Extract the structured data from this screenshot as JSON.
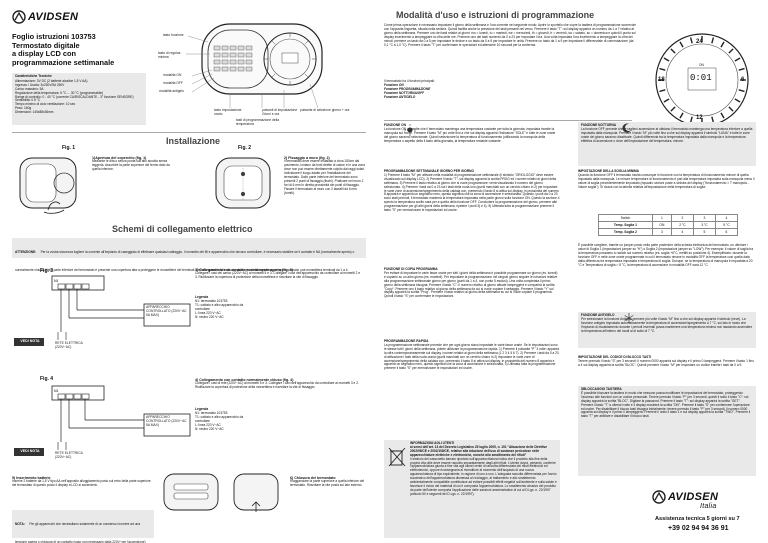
{
  "brand": {
    "name": "AVIDSEN",
    "italia": "Italia"
  },
  "product": {
    "code_line": "Foglio istruzioni 103753",
    "line2": "Termostato digitale",
    "line3": "a display LCD con",
    "line4": "programmazione settimanale"
  },
  "specs": {
    "title": "Caratteristiche Tecniche",
    "lines": [
      "Alimentazione: 3V DC (2 batterie alcaline 1,5 V AA)",
      "Ingresso / Uscita: 3x230V/5A 250V",
      "Carico massimo: 5A",
      "Regolazione della temperatura: 5 °C ... 30 °C (programmabile)",
      "Range di controllo: 0 - 40 °C (corrente CA/RISCALDANTE - 3° funzione SENSORE)",
      "Sensibilità: 0.5 °C",
      "Tempo minimo di ciclo ventilazione: 10 sec",
      "Peso: 160g",
      "Dimensioni: 145x88x36mm"
    ]
  },
  "device_labels": {
    "left": [
      "tasto funzione",
      "tasto di regolaz. minima",
      "modalità ON",
      "modalità OFF",
      "modalità antigelo"
    ],
    "bottom": [
      "tasto impostazione orario",
      "tasti di programmazione della temperatura",
      "pulsanti di impostazione Giorni e ora",
      "pulsante di selezione giorno + ora"
    ]
  },
  "clock": {
    "top_number": "24",
    "mid_time": "0:01",
    "left_number": "18",
    "right_number": "6",
    "bottom_number": "12",
    "ring_label": "ON"
  },
  "install": {
    "title": "Installazione",
    "fig1": "Fig. 1",
    "fig2": "Fig. 2",
    "step1_title": "1)Apertura del coperchio (fig. 1)",
    "step1_text": "Mediante le dita o senza punta sull'alto accolta senza leggerla. Assorbire la parte superiore del fermo dato da quella inferiore.",
    "step2_title": "2) Fissaggio a muro (fig. 2)",
    "step2_text": "Il termostato deve essere installato a circa 150cm dal pavimento, lontano da fonti dirette di calore e in una zona dove non può essere direttamente colpito dai raggi solari. Individuare il luogo adatto per l'installazione del termostato. Dallo parte inferiore del termostato sono presenti 2 punti di fissaggio (fischi). Praticare nel muro 2 fori di 6 mm in diretta prossimità dei punti di fissaggio. Fissare il termostato al muro con 2 tasselli da 6 mm (forniti)."
  },
  "wiring": {
    "title": "Schemi di collegamento elettrico",
    "warning_label": "ATTENZIONE:",
    "warning_text": "Per la vostra sicurezza togliere la corrente all'impianto di caseggiato di effettuare qualsiasi cablaggio. Il morsetto dei fili e apparecchio che devono controllare, è necessario stabilire se il contatto è NA (normalmente aperto) o normalmente chiuso. Nella parte inferiore del termostato è presente una copertura atta a proteggere le morsettiere dei terminali. Definito quindi la vite situata sul centro della copertura per aprire comodo una morsettiera terminali da 1 a 4.",
    "fig3": "Fig. 3",
    "fig4": "Fig. 4",
    "step3_title": "3) Collegamento con contatto normalmente aperto (fig. 3)",
    "step3_text": "Collegare i cavi del carico (220V~AC) ai morsetti 5 e 3. Collegare i cavi dell'apparecchio da controllare ai morsetti 2 e 3. Riutilizzare la copertura di protezione della morsettiera e riavvitare la vite di fissaggio.",
    "step4_title": "4) Collegamento con contatto normalmente chiuso (fig. 4)",
    "step4_text": "Collegare i cavi di rete (220V~AC) ai morsetti 5 e 3. Collegare i cavi dell'apparecchio da controllare ai morsetti 3 e 2. Riutilizzare la copertura di protezione della morsettiera e riavvitare la vite di fissaggio.",
    "legend_title": "Legenda",
    "legend_lines": [
      "N1: termostato 103753",
      "T1: cablato e altro apparecchio da controllare",
      "L: linea 220 V~AC",
      "N: neutro 220 V~AC"
    ],
    "box_label": "APPARECCHIO CONTROLLATO (220V~AC 5A MAX)",
    "rete": "RETE ELETTRICA (220V~AC)",
    "vedi_nota": "VEDI NOTA",
    "step5_title": "5) Inserimento batterie",
    "step5_text": "Inserire 2 batterie da 1,5 V tipo AA nell'apposito alloggiamento posto sul retro della parte superiore del termostato di questo posto il display a LCD si accenderà.",
    "step6_title": "6) Chiusura del termostato",
    "step6_text": "Riagganciare la parte superiore a quella inferiore del termostato. Riavvitare la vite posta sul lato esterno.",
    "nota_label": "NOTA:",
    "nota_text": "Per gli apparecchi che necessitano solamente di un consenso ricorrere ad una tensione aperta o chiusura di un contatto (caso non necessario dalla 220V~per l'accensione) ingegnerno un, cablaggio standard (a rete elettrica N/N ha collegato al termostato."
  },
  "modes": {
    "title": "Modalità d'uso e istruzioni di programmazione",
    "intro": "Come prima operazione è necessario impostare il giorno della settimana e l'ora corrente nel seguente modo: Aprire lo sportello che copre la tastiera di programmazione scorrevole con l'apposita linguetta, situata nella sinistra. Quindi facilita anche la pressione dei tasti presenti nel verso. Premere il tasto \"T\": sul display apparirà un numero da 1 a 7 relativo al giorno della settimana. Premere uno dei tasti relativi ai giorni: mo = lunedì, tu = martedì, we = mercoledì, th = giovedì, fr = venerdì, sa = sabato, su = domenica e quindi il punto sul display inserimento a lampeggiare la cifra delle ore. Premere uno dei tasti numerici da 0 a 23 per impostare l'ora. Una volta impostata l'ora inserimento a lampeggiare la cifra dei minuti: premere un tasto da 0 a 5 per impostare le decine e un tasto da 0 a 9 per impostare le unità. Premere un tasto da 1 a 9 per impostare il differenziale di commutazione (da 0,1 °C a 1,0 °C). Premere il tasto \"T\" per confermare le operazioni ed attendere 10 secondi per la conferma.",
    "functions_intro": "Il termostato ha 4 funzioni principali:",
    "functions": [
      "Funzione ON",
      "Funzione PROGRAMMAZIONE",
      "Funzione NOTTURNA/OFF",
      "Funzione ANTIGELO"
    ],
    "on_title": "FUNZIONE ON",
    "on_text": "La funzione ON permette che il termostato mantenga una temperatura costante per tutta la giornata, impostata tramite la manopola sul fronte. Premere il tasto \"M\" più volte fino a che sul display apparirà l'indicatore \"SOLE\" e tutte le zone orarie del giorno saranno selezionate. Quindi selezionare la temperatura di funzionamento (utilizzando la manopola della temperatura o aspetto della il tasto della giornata, la temperatura restante costante.",
    "prog_title": "PROGRAMMAZIONE SETTIMANALE GIORNO PER GIORNO",
    "prog_text": "1) Premere il tasto \"M\" per attivare nella modalità di programmazione settimanale (il simbolo \"ORIOLOGIO\" deve essere visualizzato sul display LCD). 2) Premere il tasto \"T\": sul display apparirà la scritta PROG ed i numeri relativi ai giorni della settimana. 3) Premere il tasto relativo al giorno che si vuole programmare: verrà visualizzato il numero del giorno selezionato. 4) Premere i tasti da 0 a 23 sul i tasti della ruota loro (quelli marchiati con un cerchio chiaro in 2) per impostare le varie zone di accensione/spegnimento della caldaia con, premendo il tasto 8 si attiva sul display, in prossimità del numero 8 apparirà e apparirà un segnalino nero, questo significa che la zona di accensione è selezionata. Quando i punti da 0 a 23 sono stati premuti, il termostato manterrà la temperatura impostata nella parte giorno sulla funzione ON. Questo la sezione 4 spento la temperatura scelto sarà per a quella della funzione OFF. Concludere la programmazione del giorno, premere altri programmazione per gli altri giorni della settimana, ripetere i punti 3) e 4). 5) Ultimata tutta la programmazione premere il tasto \"S\" per memorizzare le impostazioni ed uscire.",
    "copy_title": "FUNZIONE DI COPIA PROGRAMMA",
    "copy_text": "Per evitare di impostare le varie fasce orarie per tutti i giorni della settimana è possibile programmare un giorno (es. lunedì) e copiarlo su un altro giorno (es. martedì). Per impostare la programmazione nel singolo giorno seguire le istruzioni relative alla programmazione settimanale giorno per giorno (punti da 1 a 4, non punto 5 esclusi). Una volta completata il primo giorno della settimana bisogna: Premere il tasto \"C\": il numero relativo al giorno attuale lampeggerà e comparirà la scritta \"Copy\". Premere uno il tasto relativo al giorno della settimana da cui si vuole copiare il settaggio. Premere il tasto \"Y\" sul display apparirà la scritta \"Prog\". Premere il tasto relativo al giorno della settimana su cui si vuole copiare il programma. Quindi il tasto \"S\" per confermare le impostazioni.",
    "rapid_title": "PROGRAMMAZIONE RAPIDA",
    "rapid_text": "La programmazione settimanale prevede che per ogni giorno siano impostate le varie fasce orarie. Se le impostazioni sono le stesse tutti i giorni della settimana, potete utilizzare la programmazione rapida. 1) Premere il pulsante \"P\" 3 volte: apparirà la cifra contemporaneamente sul display i numeri relativi ai giorni della settimana (1 2 3 4 5 6 7). 2) Premere i tasti da 0 a 23 di attivazione i tasti della ruota oraria (quelli marchiati con un cerchio chiaro in 2) impostare le varie zone di accensione/spegnimento della caldaia con, premendo il tasto 8 si attiva sul display, in prossimità del numero 8 apparirà e apparirà un segnalino nero, questo significa che la zona di accensione è selezionata. 3) Ultimata tutta la programmazione premere il tasto \"S\" per memorizzare le impostazioni ed uscire.",
    "info_title": "INFORMAZIONI AGLI UTENTI",
    "info_bold": "ai sensi dell'art. 13 del Decreto Legislativo 25 luglio 2005, n. 151 \"Attuazione delle Direttive 2002/95/CE e 2002/108/CE, relative alla riduzione dell'uso di sostanze pericolose nelle apparecchiature elettriche e elettroniche, nonché allo smaltimento dei rifiuti\"",
    "info_text": "Il simbolo del cassonetto barrato riportato sull'apparecchiatura indica che il prodotto alla fine della propria vita utile deve essere raccolto separatamente dagli altri rifiuti. L'utente dovrà, pertanto, conferire l'apparecchiatura giunta a fine vita agli idonei centri di raccolta differenziata dei rifiuti elettronici ed elettrotecnici, oppure riconsegnarla al rivenditore al momento dell'acquisto di una nuova apparecchiatura di tipo equivalente, in ragione di uno a uno. L'adeguata raccolta differenziata per l'avvio successivo dell'apparecchiatura dismessa al riciclaggio, al trattamento e allo smaltimento ambientalmente compatibile contribuisce ad evitare possibili effetti negativi sull'ambiente e sulla salute e favorisce il riciclo dei materiali di cui è composta l'apparecchiatura. Lo smaltimento abusivo del prodotto da parte dell'utente comporta l'applicazione delle sanzioni amministrative di cui al D.Lgs. n. 22/1997 (articolo 50 e seguenti del D.Lgs. n. 22/1997).",
    "night_title": "FUNZIONE NOTTURNA",
    "night_text": "La funzione OFF prevede che le ragliesì accensione ai obbiano il termostato mantenga una temperatura inferiore a quella impostata dalla manopola. Premere il tasto \"M\" più volte fino a che sul display apparirà il simbolo \"LUNA\" e tutte le zone orarie del giorno saranno disattivate. Quindi differenzia tra la temperatura impostata dalla manopola e la temperatura effettiva di accensione o dove dell'impostazione del temperatura. minore.",
    "diff_title": "IMPOSTAZIONE DELLA SOGLIA MINIMA",
    "diff_text": "Quando la funzione OFF il termostato risulta comunque in funzione con la temperatura di funzionamento minore di quella impostata dalla manopola. Le minore temperature di funzionamento è pari alla temperatura impostata sulla manopola meno il valore di soglia precedentemente impostato (riquadro sezioni poste a sinistra del display (\"funzionamento = T manopola - Valore soglia\"). Si ricava con la tabella relativa all'impostazione della temperatura di soglia:",
    "table_head": [
      "Switch",
      "1",
      "2",
      "3",
      "4"
    ],
    "table_rows": [
      [
        "Temp. Soglia 1",
        "ON",
        "2 °C",
        "3 °C",
        "5 °C"
      ],
      [
        "Temp. Soglia 2",
        "3",
        "4",
        "5",
        "6"
      ]
    ],
    "diff_text2": "È possibile scegliere, tramite un jumper posto nella parte posteriore della scheda elettronica del termostato, un ulteriore i valori di Soglia 1 (impostazioni jumper su \"H\") o Soglia 2 (impostazioni jumper su \"LOW\"). Per esempio: il valore di soglia tra la temperatura possiamo lo switch sul numero relativo (es. soglia +6°C, mettiti su posizione 4). Esemplificato: durante la funzione OFF e nelle zone orarie programmate in cui il termostato rimane in modalità OFF la temperatura così quella data dalla differenza tra temperatura impostata e temperatura di soglia. Dunque, se la temperatura di manopola è impostata a 20 °C e Temperatura di soglia = 8 °C, la temperatura di accensione in modalità OFF sarà 12 °C.",
    "frost_title": "FUNZIONE ANTIGELO",
    "frost_text": "Per selezionare la funzione Antigelo premere più volte il tasto \"M\" fino a che sul display apparirà il simbolo (neve). La funzione antigelo impostata automaticamente la temperatura di accensione/spegnimento a 7 °C, sul lato in modo che l'impianto di riscaldamento durante i periodi invernali possa mantenere una temperatura minima non lasciando accendere la temperatura all'interno dei locali al di sotto di 7 °C.",
    "lock_title": "IMPOSTAZIONE DEL CODICE DI BLOCCO TASTI",
    "lock_text": "Tenere premuto il tasto \"S\" per 3 secondi: il numero 0000 apparirà sul display e il primo 0 lampeggerà. Premere il tasto 1 fino a 4 sul display apparirà la scritta \"BLOC\". Quindi premere il tasto \"M\" per impostare un codice tramite i tasti da 0 a 9.",
    "unlock_title": "SBLOCCAGGIO TASTIERA",
    "unlock_text": "È possibile bloccare la tastiera in modo che nessuno possa modificare le impostazioni del termostato, proteggendo l'accesso alle funzioni con un codice personale. Tenere premuto il tasto \"P\" per 3 secondi, quindi il sotto il tasto \"C\": sul display apparirà la scritta \"BLOC\". Digitare la password. Premere il tasto \"T\": sul display apparirà la scritta \"GET\". Premere il tasto \"T\" a ulteriori volte e il display mostrerà la scritta \"ON\". Premere il tasto \"S\" per confermare l'operazione ed uscire. Per disabilitare il blocco tasti bisogna inizialmente: tenere premuto il tasto \"P\" per 3 secondi, il numero 0000 apparirà sul display e il primo 0 lampeggerà. Premere il unito il tasto 1 e sul display apparirà la scritta \"TWO\". Premere il tasto \"T\" per abilitare e disabilitare il blocco tasti.",
    "assist_title": "Assistenza tecnica 5 giorni su 7",
    "assist_phone": "+39 02 94 94 36 91"
  }
}
